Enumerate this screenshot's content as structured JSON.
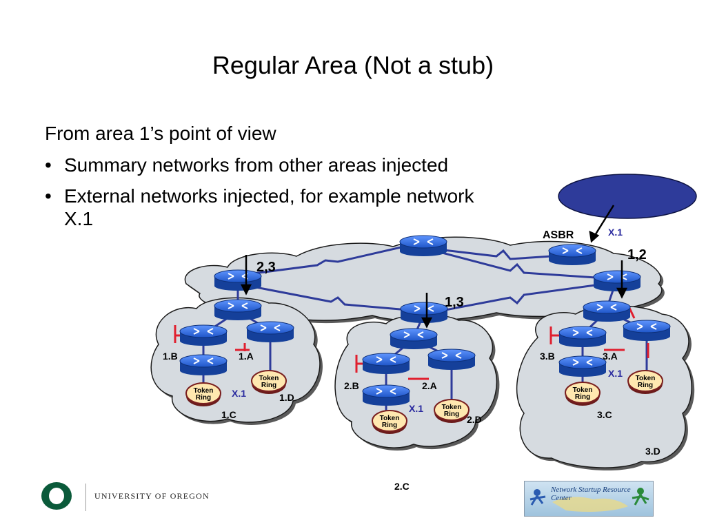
{
  "slide": {
    "title": "Regular Area (Not a stub)",
    "intro": "From area 1’s point of view",
    "bullets": [
      "Summary networks from other areas injected",
      "External networks injected, for example network X.1"
    ],
    "bullet_glyph": "•"
  },
  "diagram": {
    "backbone_labels": {
      "area_2_3": "2,3",
      "area_1_3": "1,3",
      "area_1_2": "1,2"
    },
    "asbr_label": "ASBR",
    "external_network": "X.1",
    "area1": {
      "n_b": "1.B",
      "n_a": "1.A",
      "n_c": "1.C",
      "n_d": "1.D",
      "x": "X.1"
    },
    "area2": {
      "n_b": "2.B",
      "n_a": "2.A",
      "n_d": "2.D",
      "n_c": "2.C",
      "x": "X.1"
    },
    "area3": {
      "n_b": "3.B",
      "n_a": "3.A",
      "n_c": "3.C",
      "n_d": "3.D",
      "x": "X.1"
    },
    "token_ring_line1": "Token",
    "token_ring_line2": "Ring"
  },
  "footer": {
    "university": "UNIVERSITY OF OREGON",
    "nsrc": "Network Startup Resource Center"
  },
  "colors": {
    "router": "#2a64d8",
    "link": "#2e3b9a",
    "cloud": "#d6dbe0",
    "external": "#2e3b9a",
    "token_ring": "#ffe8b0"
  }
}
